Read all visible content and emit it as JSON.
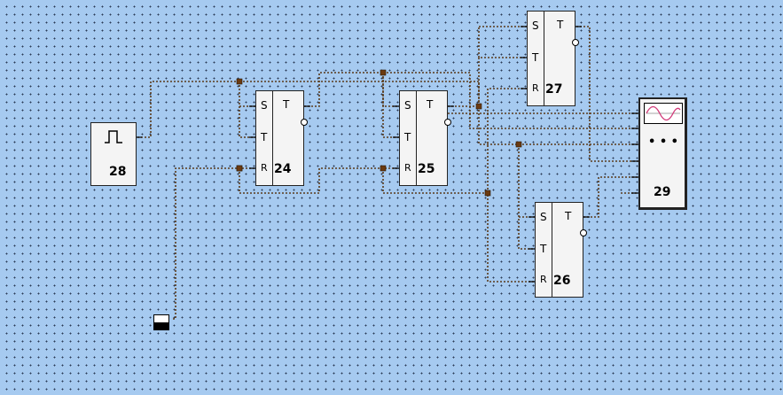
{
  "blocks": {
    "generator": {
      "number": "28"
    },
    "trigger24": {
      "number": "24",
      "inputs": [
        "S",
        "T",
        "R"
      ],
      "output": "T"
    },
    "trigger25": {
      "number": "25",
      "inputs": [
        "S",
        "T",
        "R"
      ],
      "output": "T"
    },
    "trigger27": {
      "number": "27",
      "inputs": [
        "S",
        "T",
        "R"
      ],
      "output": "T"
    },
    "trigger26": {
      "number": "26",
      "inputs": [
        "S",
        "T",
        "R"
      ],
      "output": "T"
    },
    "scope": {
      "number": "29",
      "dots": "• • •"
    }
  },
  "colors": {
    "background": "#a6caf0",
    "wire": "#5a3a1a",
    "node": "#6b3a10"
  }
}
